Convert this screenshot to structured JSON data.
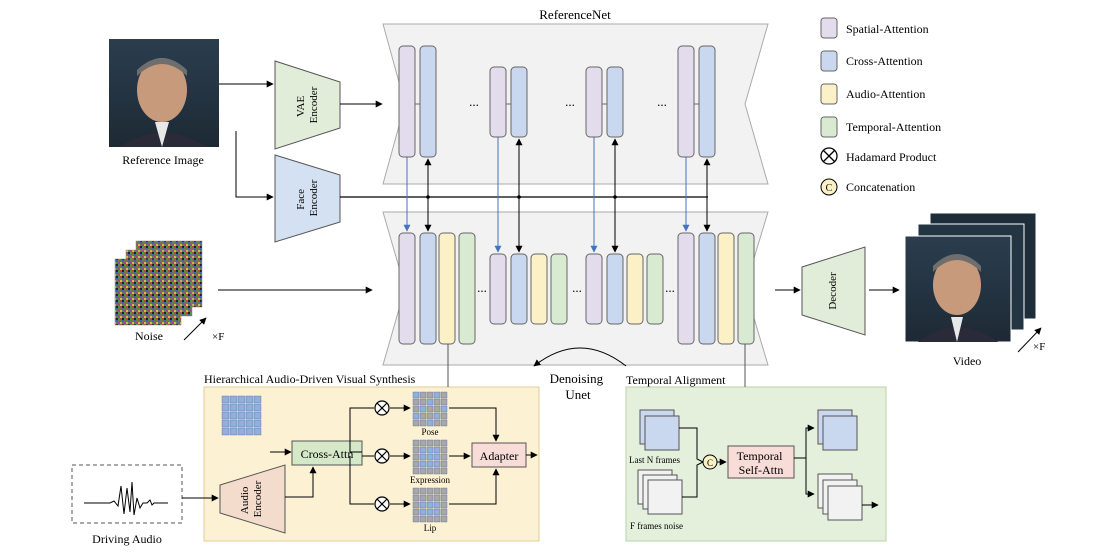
{
  "referencenet": {
    "title": "ReferenceNet"
  },
  "legend": [
    {
      "label": "Spatial-Attention",
      "color": "#e3dced"
    },
    {
      "label": "Cross-Attention",
      "color": "#c9d8ee"
    },
    {
      "label": "Audio-Attention",
      "color": "#fbf0c6"
    },
    {
      "label": "Temporal-Attention",
      "color": "#d9ead3"
    },
    {
      "label": "Hadamard Product",
      "symbol": "circled-times"
    },
    {
      "label": "Concatenation",
      "symbol": "circled-c"
    }
  ],
  "inputs": {
    "reference_image_label": "Reference Image",
    "noise_label": "Noise",
    "noise_frames": "×F",
    "driving_audio_label": "Driving Audio"
  },
  "encoders": {
    "vae": [
      "VAE",
      "Encoder"
    ],
    "face": [
      "Face",
      "Encoder"
    ],
    "audio": [
      "Audio",
      "Encoder"
    ],
    "decoder": "Decoder"
  },
  "unet": {
    "label": [
      "Denoising",
      "Unet"
    ],
    "ellipsis": "..."
  },
  "output": {
    "label": "Video",
    "frames": "×F"
  },
  "hierarchical": {
    "title": "Hierarchical Audio-Driven Visual Synthesis",
    "cross_attn": "Cross-Attn",
    "adapter": "Adapter",
    "pose": "Pose",
    "expression": "Expression",
    "lip": "Lip"
  },
  "temporal": {
    "title": "Temporal Alignment",
    "last_n": "Last N frames",
    "f_noise": "F frames noise",
    "self_attn": [
      "Temporal",
      "Self-Attn"
    ],
    "concat_symbol": "C"
  },
  "colors": {
    "spatial": "#e3dced",
    "cross": "#c9d8ee",
    "audio": "#fbf0c6",
    "temporal": "#d9ead3",
    "encoder_blue": "#d4e1f2",
    "encoder_green": "#e2edd9",
    "audio_encoder": "#f3dccb",
    "panel_yellow": "#fcf2d3",
    "panel_green": "#e4f0db",
    "cross_attn_box": "#d5e8c8",
    "adapter_box": "#f7dcd8",
    "unet_fill": "#f2f2f2",
    "block_stroke": "#666666"
  }
}
